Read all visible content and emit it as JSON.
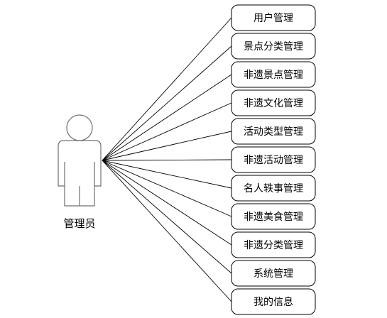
{
  "actor": {
    "label": "管理员"
  },
  "use_cases": [
    {
      "label": "用户管理"
    },
    {
      "label": "景点分类管理"
    },
    {
      "label": "非遗景点管理"
    },
    {
      "label": "非遗文化管理"
    },
    {
      "label": "活动类型管理"
    },
    {
      "label": "非遗活动管理"
    },
    {
      "label": "名人轶事管理"
    },
    {
      "label": "非遗美食管理"
    },
    {
      "label": "非遗分类管理"
    },
    {
      "label": "系统管理"
    },
    {
      "label": "我的信息"
    }
  ]
}
